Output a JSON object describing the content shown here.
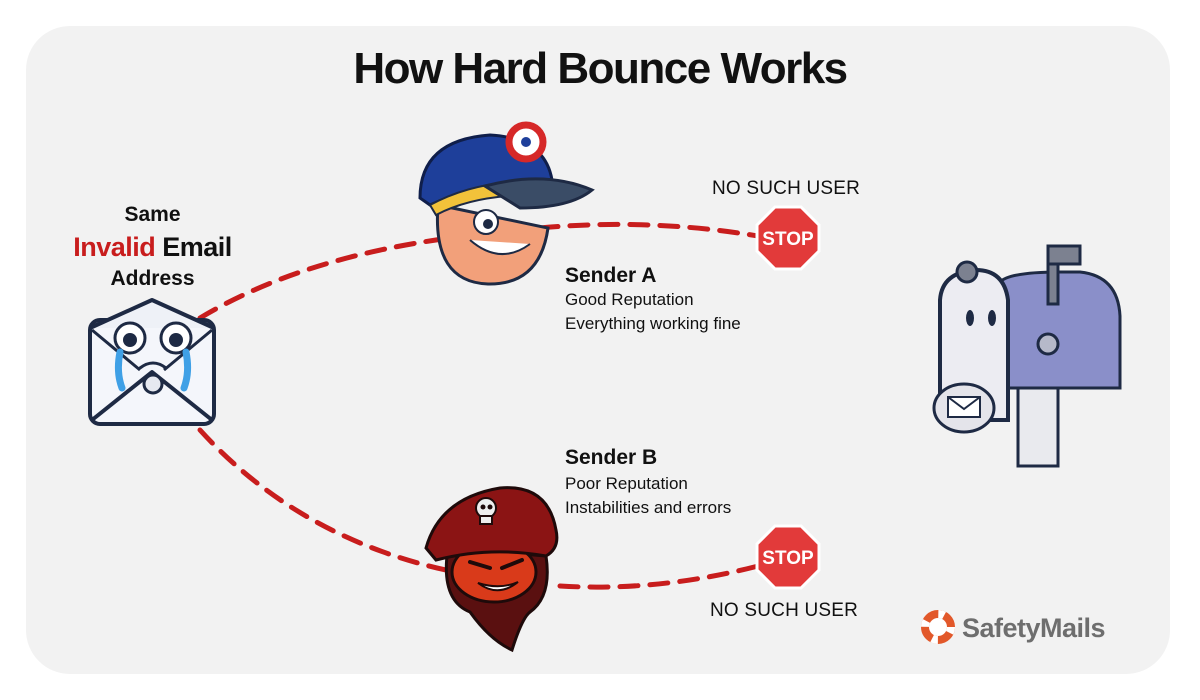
{
  "title": "How Hard Bounce Works",
  "left_label": {
    "line1": "Same",
    "invalid_word": "Invalid",
    "email_word": "Email",
    "line3": "Address"
  },
  "sender_a": {
    "name": "Sender A",
    "line1": "Good Reputation",
    "line2": "Everything working fine"
  },
  "sender_b": {
    "name": "Sender B",
    "line1": "Poor Reputation",
    "line2": "Instabilities and errors"
  },
  "bounce_top": "NO SUCH USER",
  "bounce_bottom": "NO SUCH USER",
  "stop_sign_text": "STOP",
  "brand": "SafetyMails",
  "colors": {
    "accent_red": "#c81d1d",
    "stop_red": "#e23a3a",
    "background": "#f2f2f2",
    "sender_a_hat": "#1e3f9a",
    "sender_b_hat": "#8b1414"
  },
  "icons": [
    "sad-envelope-icon",
    "sailor-mascot-icon",
    "pirate-mascot-icon",
    "stop-sign-icon",
    "mailbox-icon",
    "lifebuoy-icon"
  ]
}
